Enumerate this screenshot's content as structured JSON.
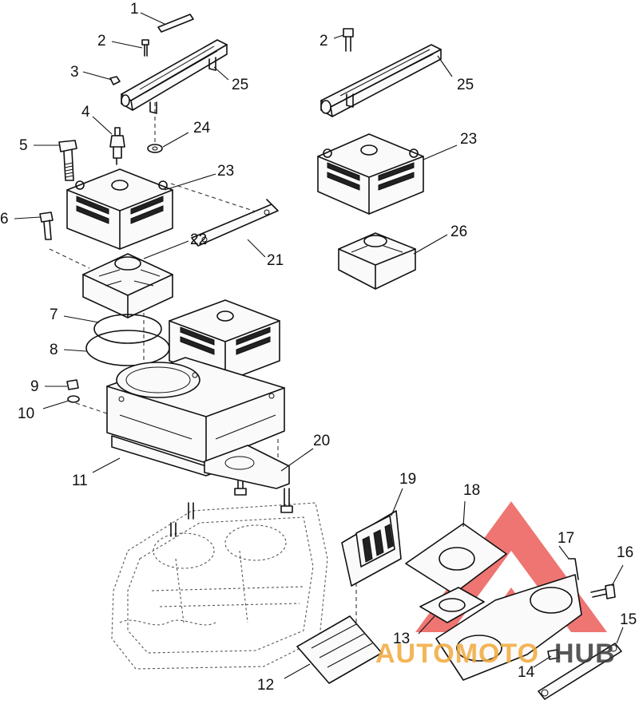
{
  "callouts": [
    {
      "id": "c1",
      "label": "1"
    },
    {
      "id": "c2a",
      "label": "2"
    },
    {
      "id": "c2b",
      "label": "2"
    },
    {
      "id": "c3",
      "label": "3"
    },
    {
      "id": "c4",
      "label": "4"
    },
    {
      "id": "c5",
      "label": "5"
    },
    {
      "id": "c6",
      "label": "6"
    },
    {
      "id": "c7",
      "label": "7"
    },
    {
      "id": "c8",
      "label": "8"
    },
    {
      "id": "c9",
      "label": "9"
    },
    {
      "id": "c10",
      "label": "10"
    },
    {
      "id": "c11",
      "label": "11"
    },
    {
      "id": "c12",
      "label": "12"
    },
    {
      "id": "c13",
      "label": "13"
    },
    {
      "id": "c14",
      "label": "14"
    },
    {
      "id": "c15",
      "label": "15"
    },
    {
      "id": "c16",
      "label": "16"
    },
    {
      "id": "c17",
      "label": "17"
    },
    {
      "id": "c18",
      "label": "18"
    },
    {
      "id": "c19",
      "label": "19"
    },
    {
      "id": "c20",
      "label": "20"
    },
    {
      "id": "c21",
      "label": "21"
    },
    {
      "id": "c22",
      "label": "22"
    },
    {
      "id": "c23a",
      "label": "23"
    },
    {
      "id": "c23b",
      "label": "23"
    },
    {
      "id": "c24",
      "label": "24"
    },
    {
      "id": "c25a",
      "label": "25"
    },
    {
      "id": "c25b",
      "label": "25"
    },
    {
      "id": "c26",
      "label": "26"
    }
  ],
  "watermark": {
    "text_part1": "AUTOMOTO",
    "text_part2": "HUB",
    "color_logo": "#e8403c",
    "color_part1": "#f2a93b",
    "color_part2": "#3a3a3a"
  }
}
